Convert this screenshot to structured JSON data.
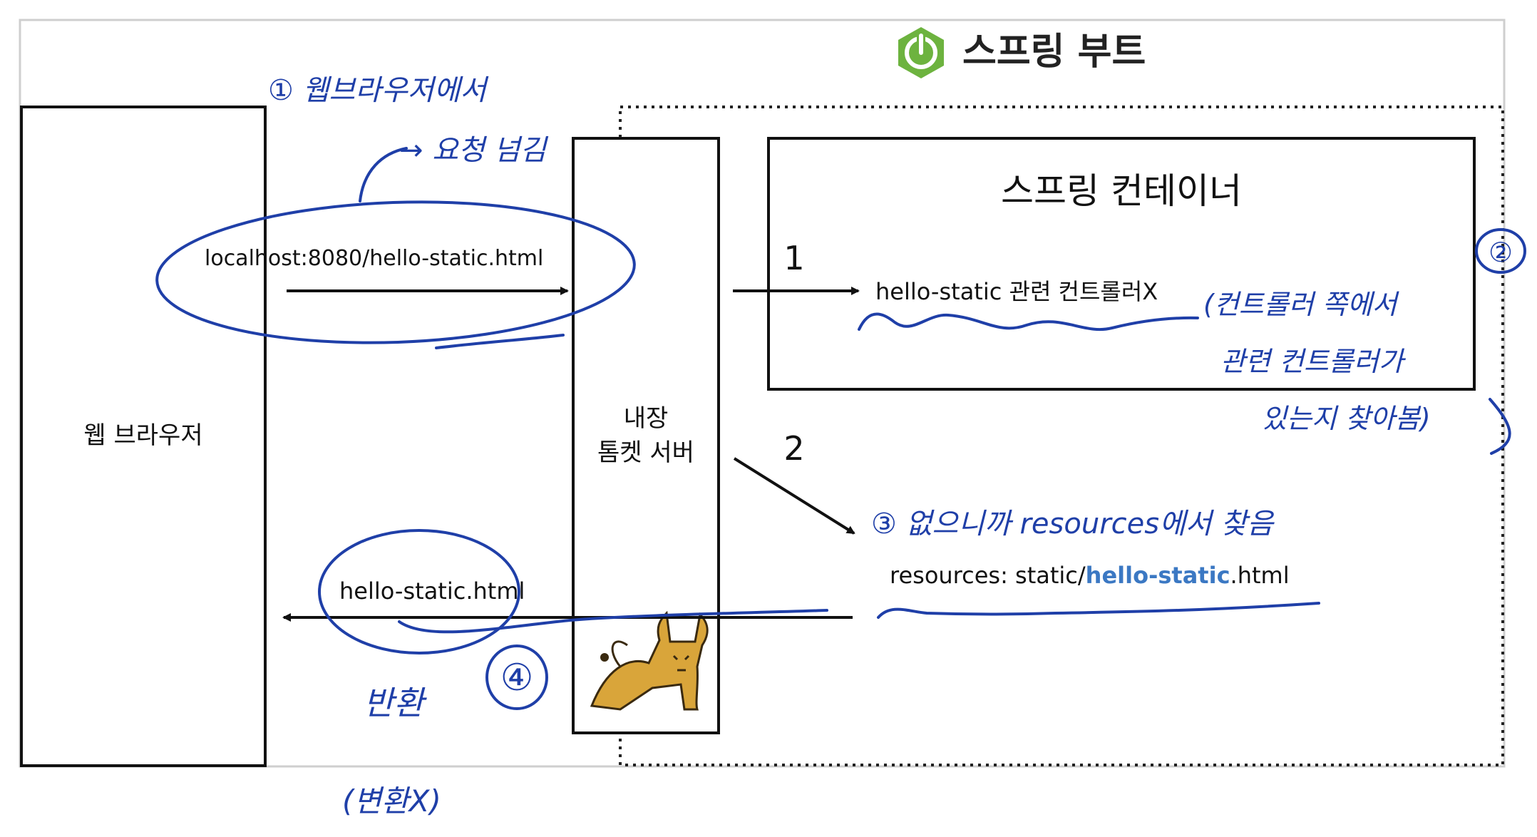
{
  "spring_boot": {
    "title": "스프링 부트",
    "logo_color": "#6DB33F"
  },
  "browser": {
    "label": "웹 브라우저"
  },
  "tomcat": {
    "line1": "내장",
    "line2": "톰켓 서버",
    "logo": "tomcat-cat-icon"
  },
  "container": {
    "title": "스프링 컨테이너",
    "controller_label": "hello-static 관련 컨트롤러X"
  },
  "request_url": "localhost:8080/hello-static.html",
  "response_file": "hello-static.html",
  "resources": {
    "prefix": "resources: static/",
    "highlight": "hello-static",
    "suffix": ".html",
    "highlight_color": "#3B78C3"
  },
  "arrow_labels": {
    "step1": "1",
    "step2": "2"
  },
  "handwriting": {
    "color": "#1F3FA8",
    "note1_line1": "① 웹브라우저에서",
    "note1_line2": "→ 요청 넘김",
    "note2_marker": "②",
    "note2_line1": "(컨트롤러 쪽에서",
    "note2_line2": "관련 컨트롤러가",
    "note2_line3": "있는지 찾아봄)",
    "note3": "③ 없으니까 resources에서 찾음",
    "note4_marker": "④",
    "note4_word": "반환",
    "note4_paren": "(변환X)"
  }
}
